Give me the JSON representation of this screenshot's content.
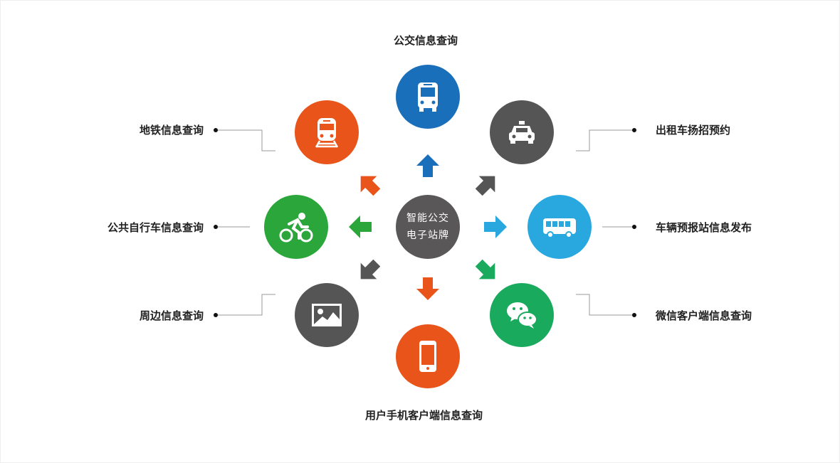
{
  "center": {
    "line1": "智能公交",
    "line2": "电子站牌"
  },
  "nodes": {
    "bus_info": {
      "label": "公交信息查询",
      "icon": "bus-front-icon",
      "color": "#1a6fba"
    },
    "subway": {
      "label": "地铁信息查询",
      "icon": "train-icon",
      "color": "#e8541a"
    },
    "taxi": {
      "label": "出租车扬招预约",
      "icon": "taxi-icon",
      "color": "#555555"
    },
    "bike": {
      "label": "公共自行车信息查询",
      "icon": "bicycle-icon",
      "color": "#2aa63a"
    },
    "vehicle_report": {
      "label": "车辆预报站信息发布",
      "icon": "bus-side-icon",
      "color": "#29a8e0"
    },
    "nearby": {
      "label": "周边信息查询",
      "icon": "picture-icon",
      "color": "#555555"
    },
    "wechat": {
      "label": "微信客户端信息查询",
      "icon": "wechat-icon",
      "color": "#1aaa5e"
    },
    "mobile": {
      "label": "用户手机客户端信息查询",
      "icon": "phone-icon",
      "color": "#e8541a"
    }
  }
}
